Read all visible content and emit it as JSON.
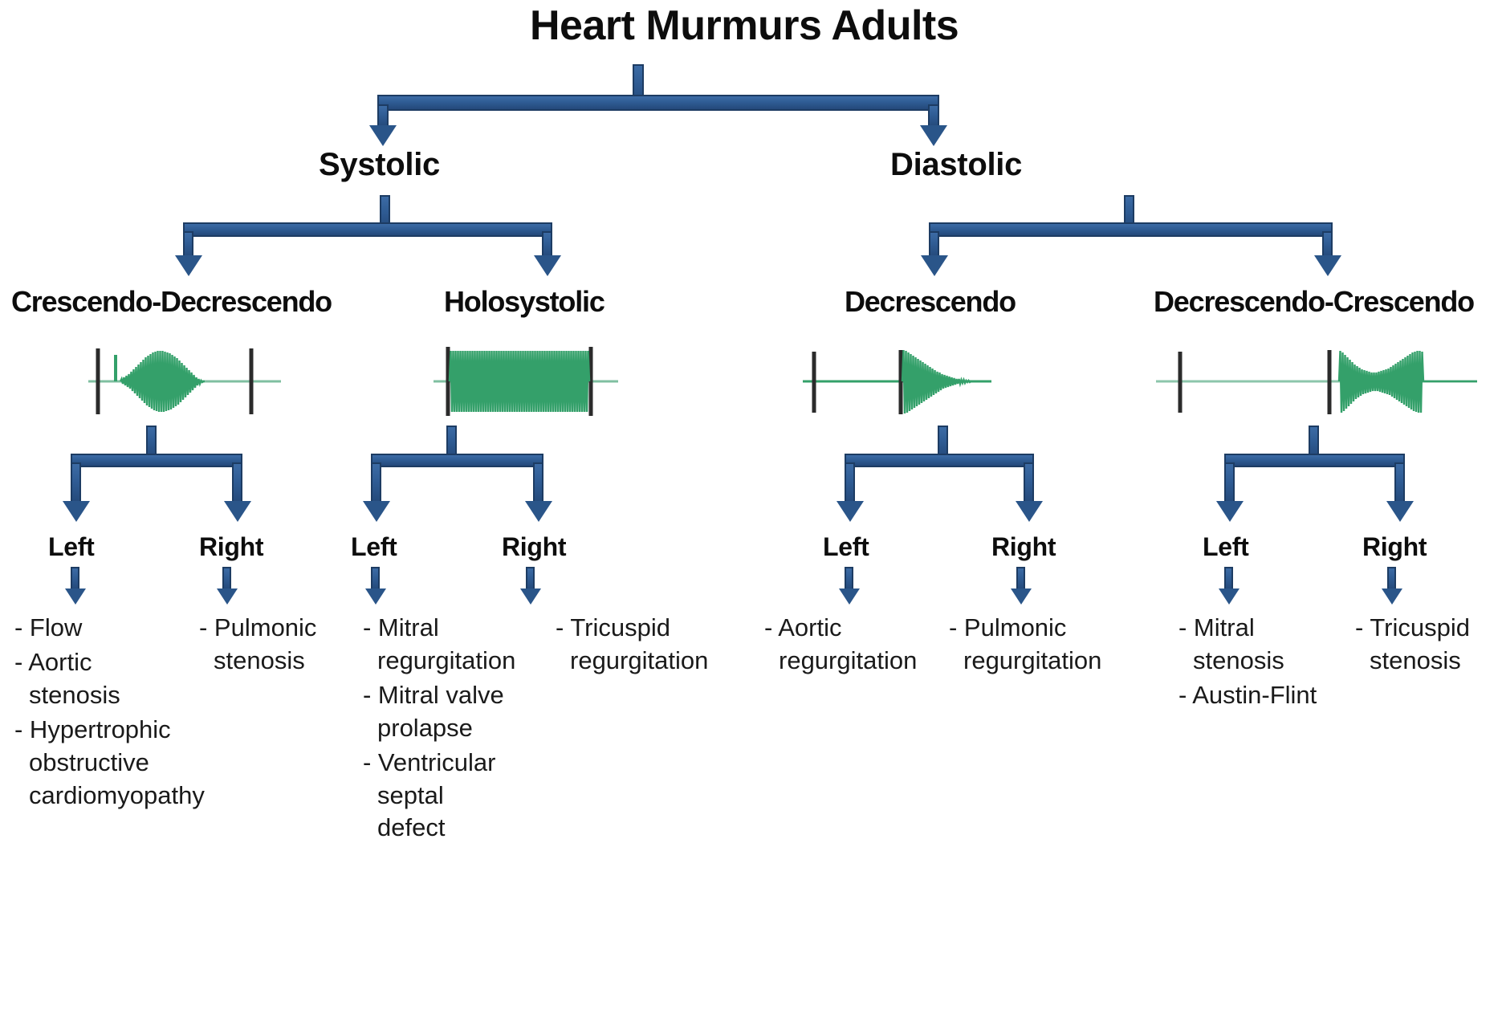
{
  "title": "Heart Murmurs Adults",
  "level1": [
    {
      "label": "Systolic"
    },
    {
      "label": "Diastolic"
    }
  ],
  "level2": [
    {
      "label": "Crescendo-Decrescendo",
      "waveform": "crescendo-decrescendo-waveform"
    },
    {
      "label": "Holosystolic",
      "waveform": "holosystolic-waveform"
    },
    {
      "label": "Decrescendo",
      "waveform": "decrescendo-waveform"
    },
    {
      "label": "Decrescendo-Crescendo",
      "waveform": "decrescendo-crescendo-waveform"
    }
  ],
  "side_labels": {
    "left": "Left",
    "right": "Right"
  },
  "leaves": {
    "crescendo_decrescendo_left": [
      "- Flow",
      "- Aortic stenosis",
      "- Hypertrophic obstructive cardiomyopathy"
    ],
    "crescendo_decrescendo_right": [
      "- Pulmonic stenosis"
    ],
    "holosystolic_left": [
      "- Mitral regurgitation",
      "- Mitral valve prolapse",
      "- Ventricular septal defect"
    ],
    "holosystolic_right": [
      "- Tricuspid regurgitation"
    ],
    "decrescendo_left": [
      "- Aortic regurgitation"
    ],
    "decrescendo_right": [
      "- Pulmonic regurgitation"
    ],
    "decrescendo_crescendo_left": [
      "- Mitral stenosis",
      "- Austin-Flint"
    ],
    "decrescendo_crescendo_right": [
      "- Tricuspid stenosis"
    ]
  },
  "colors": {
    "connector_blue": "#2F5C94",
    "connector_outline": "#1d3c63",
    "waveform_green": "#34A06A",
    "tick_black": "#2b2b2b",
    "text_black": "#0d0d0d",
    "background": "#ffffff"
  }
}
